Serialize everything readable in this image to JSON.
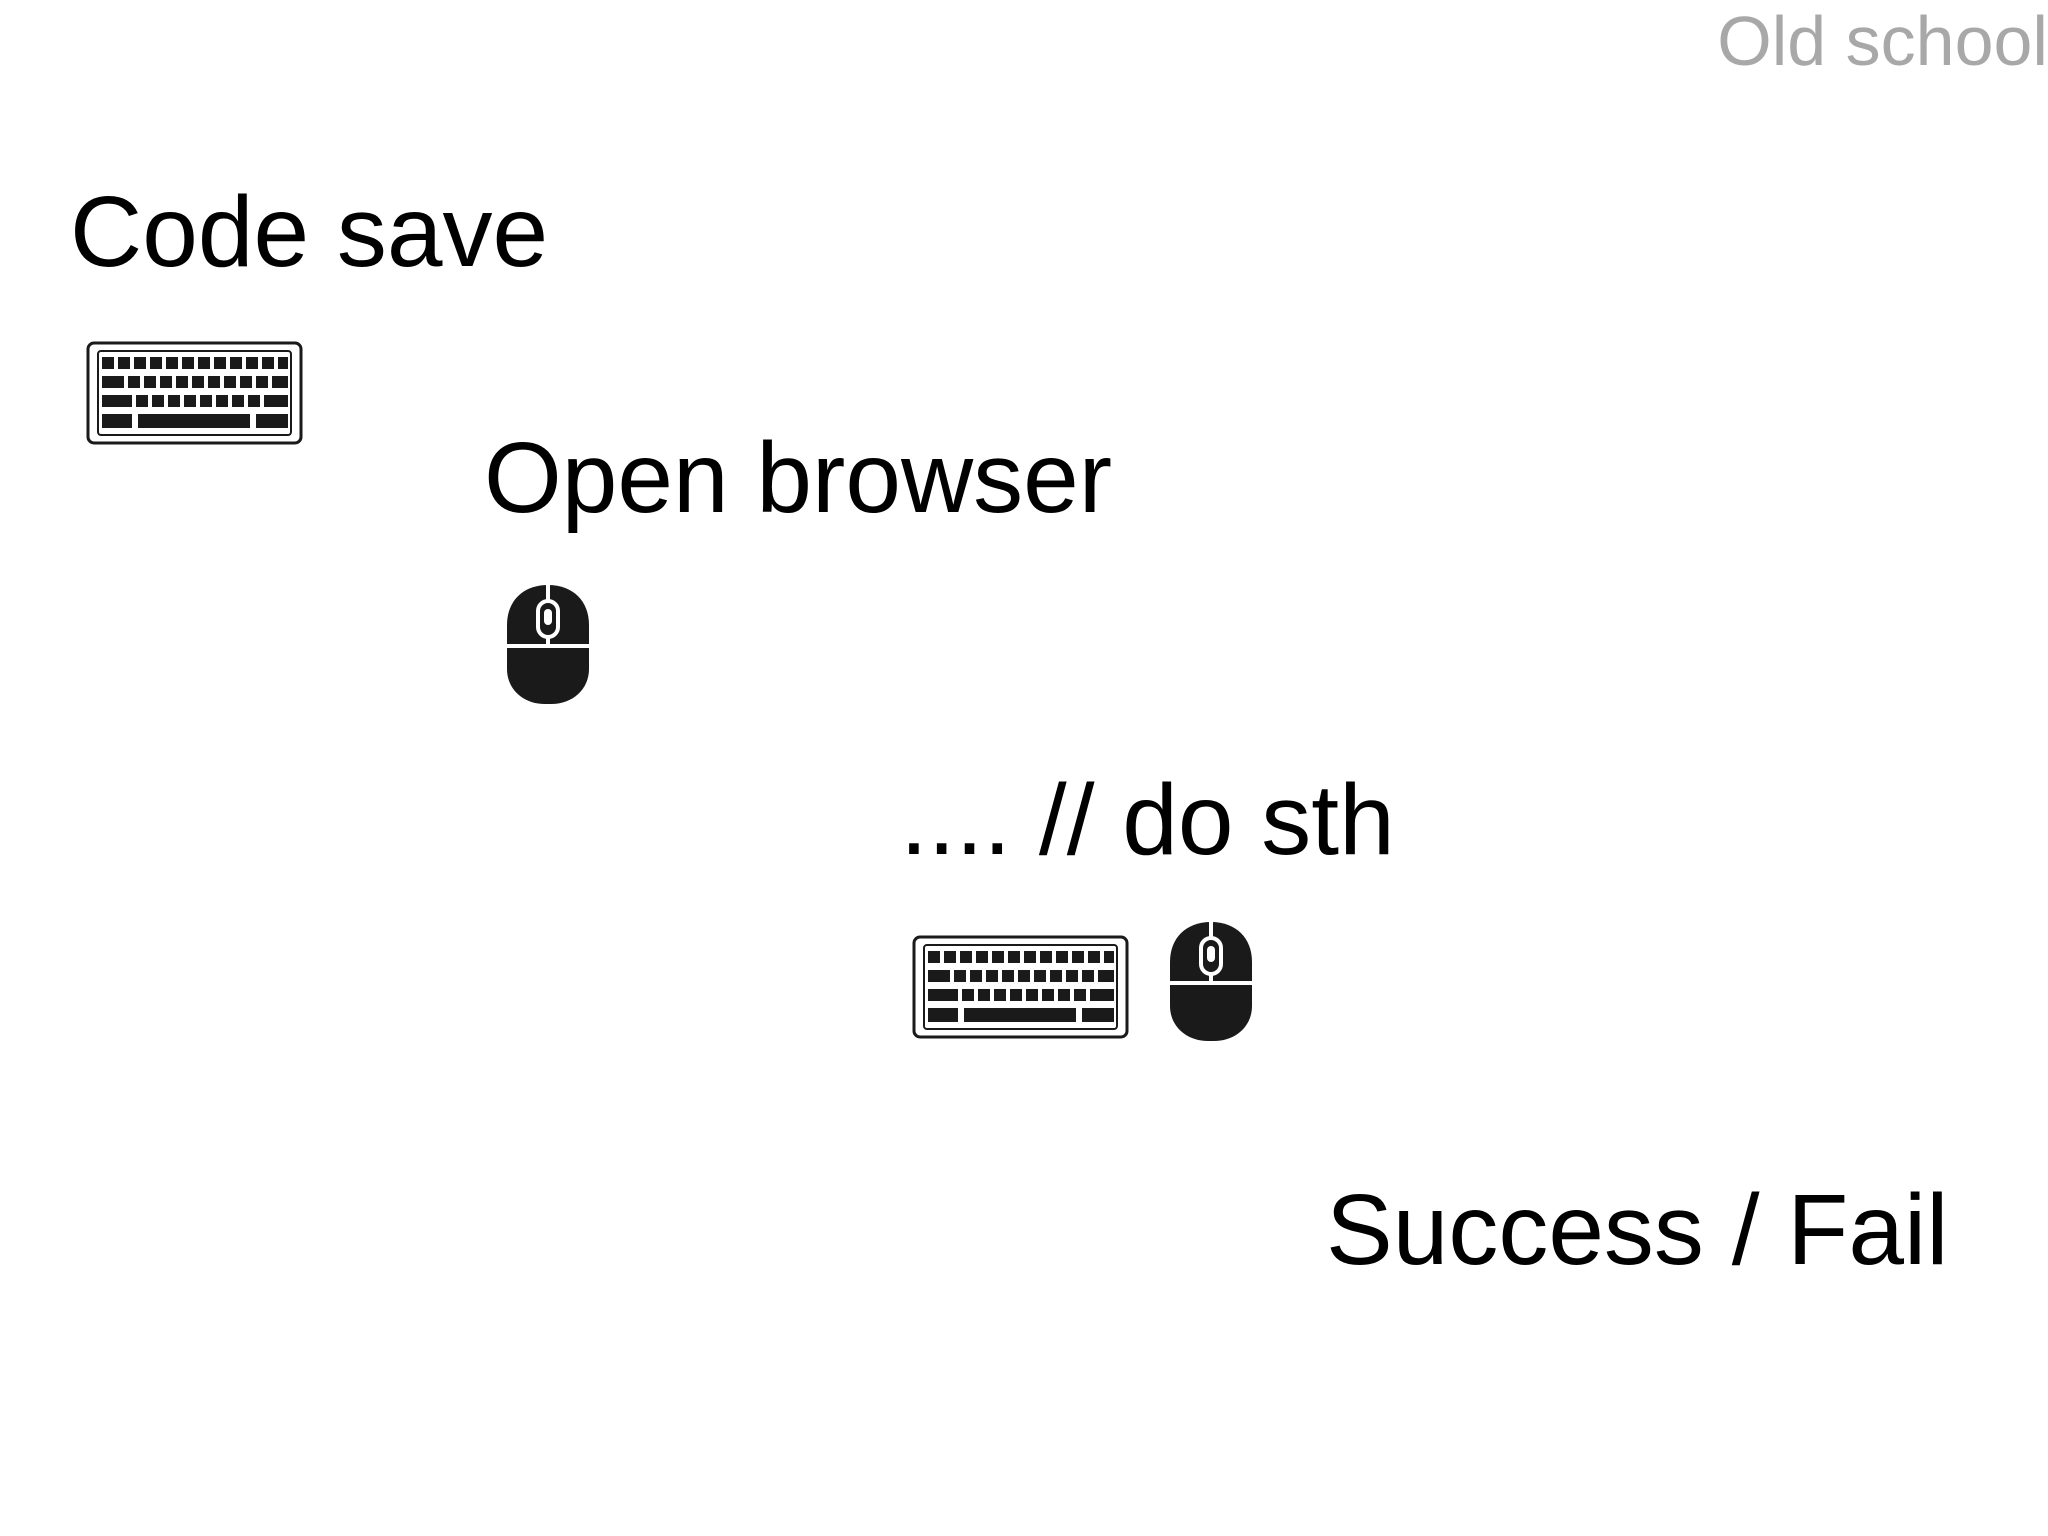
{
  "slide": {
    "corner_label": "Old school",
    "steps": [
      {
        "text": "Code save",
        "icons": [
          "keyboard-icon"
        ]
      },
      {
        "text": "Open browser",
        "icons": [
          "mouse-icon"
        ]
      },
      {
        "text": ".... // do sth",
        "icons": [
          "keyboard-icon",
          "mouse-icon"
        ]
      },
      {
        "text": "Success / Fail",
        "icons": []
      }
    ]
  },
  "colors": {
    "background": "#ffffff",
    "text": "#000000",
    "corner_label": "#a8a8a8",
    "icon": "#1a1a1a"
  }
}
